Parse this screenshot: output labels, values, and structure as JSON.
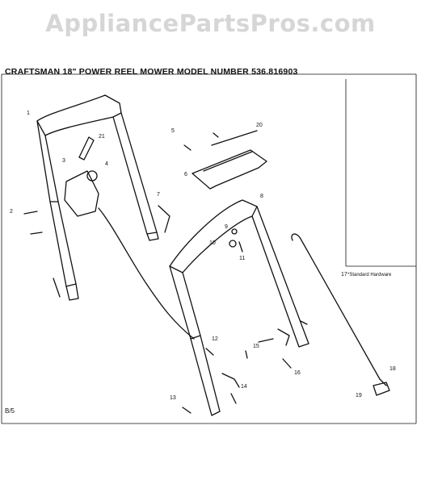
{
  "watermark": "AppliancePartsPros.com",
  "header": "CRAFTSMAN 18\" POWER REEL MOWER MODEL NUMBER 536.816903",
  "note": "*Standard Hardware",
  "page_code": "B/5",
  "callouts": {
    "c1": "1",
    "c2": "2",
    "c3": "3",
    "c4": "4",
    "c5": "5",
    "c6": "6",
    "c7": "7",
    "c8": "8",
    "c9": "9",
    "c10": "10",
    "c11": "11",
    "c12": "12",
    "c13": "13",
    "c14": "14",
    "c15": "15",
    "c16": "16",
    "c17": "17",
    "c18": "18",
    "c19": "19",
    "c20": "20",
    "c21": "21"
  }
}
